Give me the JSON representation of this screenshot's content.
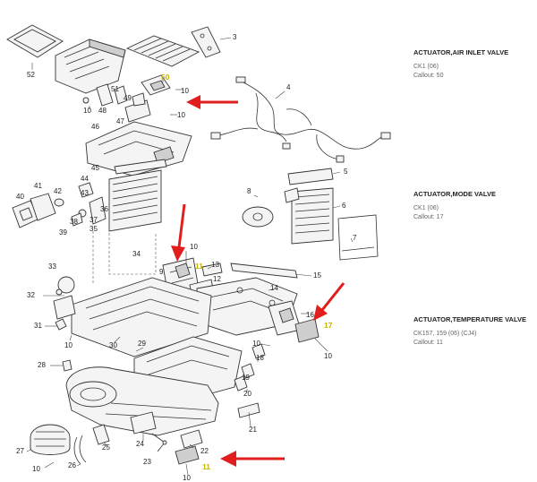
{
  "colors": {
    "arrow": "#e11d1d",
    "highlight": "#c9b400",
    "text": "#222222"
  },
  "info_blocks": [
    {
      "title": "ACTUATOR,AIR INLET VALVE",
      "code": "CK1 (06)",
      "callout": "Callout: 50"
    },
    {
      "title": "ACTUATOR,MODE VALVE",
      "code": "CK1 (06)",
      "callout": "Callout: 17"
    },
    {
      "title": "ACTUATOR,TEMPERATURE VALVE",
      "code": "CK157, 159 (06) (CJ4)",
      "callout": "Callout: 11"
    }
  ],
  "callouts": {
    "c52": "52",
    "c3": "3",
    "c50": "50",
    "c51": "51",
    "c49": "49",
    "c48": "48",
    "c10a": "10",
    "c10b": "10",
    "c10c": "10",
    "c47": "47",
    "c46": "46",
    "c4": "4",
    "c45": "45",
    "c44": "44",
    "c43": "43",
    "c42": "42",
    "c41": "41",
    "c40": "40",
    "c39": "39",
    "c38": "38",
    "c37": "37",
    "c36": "36",
    "c35": "35",
    "c5": "5",
    "c8": "8",
    "c6": "6",
    "c7": "7",
    "c10d": "10",
    "c11a": "11",
    "c13": "13",
    "c12": "12",
    "c9": "9",
    "c33": "33",
    "c34": "34",
    "c15": "15",
    "c14": "14",
    "c32": "32",
    "c31": "31",
    "c10e": "10",
    "c30": "30",
    "c29": "29",
    "c16": "16",
    "c17": "17",
    "c10f": "10",
    "c10g": "10",
    "c28": "28",
    "c19": "19",
    "c20": "20",
    "c18": "18",
    "c21": "21",
    "c27": "27",
    "c25": "25",
    "c24": "24",
    "c22": "22",
    "c23": "23",
    "c26": "26",
    "c10h": "10",
    "c10i": "10",
    "c11b": "11"
  }
}
